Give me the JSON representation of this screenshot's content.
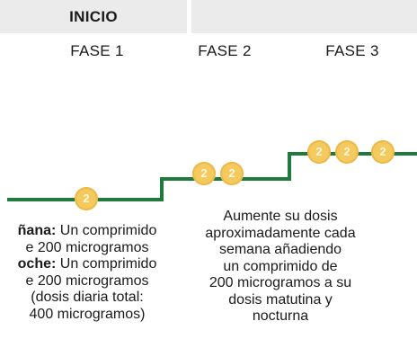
{
  "header": {
    "title": "INICIO"
  },
  "phases": [
    "FASE 1",
    "FASE 2",
    "FASE 3"
  ],
  "pill_label": "2",
  "left_text": {
    "morning_label": "ñana:",
    "morning_text": " Un comprimido",
    "line2": "e 200 microgramos",
    "night_label": "oche:",
    "night_text": " Un comprimido",
    "line4": "e 200 microgramos",
    "line5": "(dosis diaria total:",
    "line6": "400 microgramos)"
  },
  "mid_text": {
    "lines": [
      "Aumente su dosis",
      "aproximadamente cada",
      "semana añadiendo",
      "un comprimido de",
      "200 microgramos a su",
      "dosis matutina y",
      "nocturna"
    ]
  },
  "colors": {
    "line": "#1f7a3c",
    "pill": "#f4c95d",
    "header": "#ebebeb"
  }
}
